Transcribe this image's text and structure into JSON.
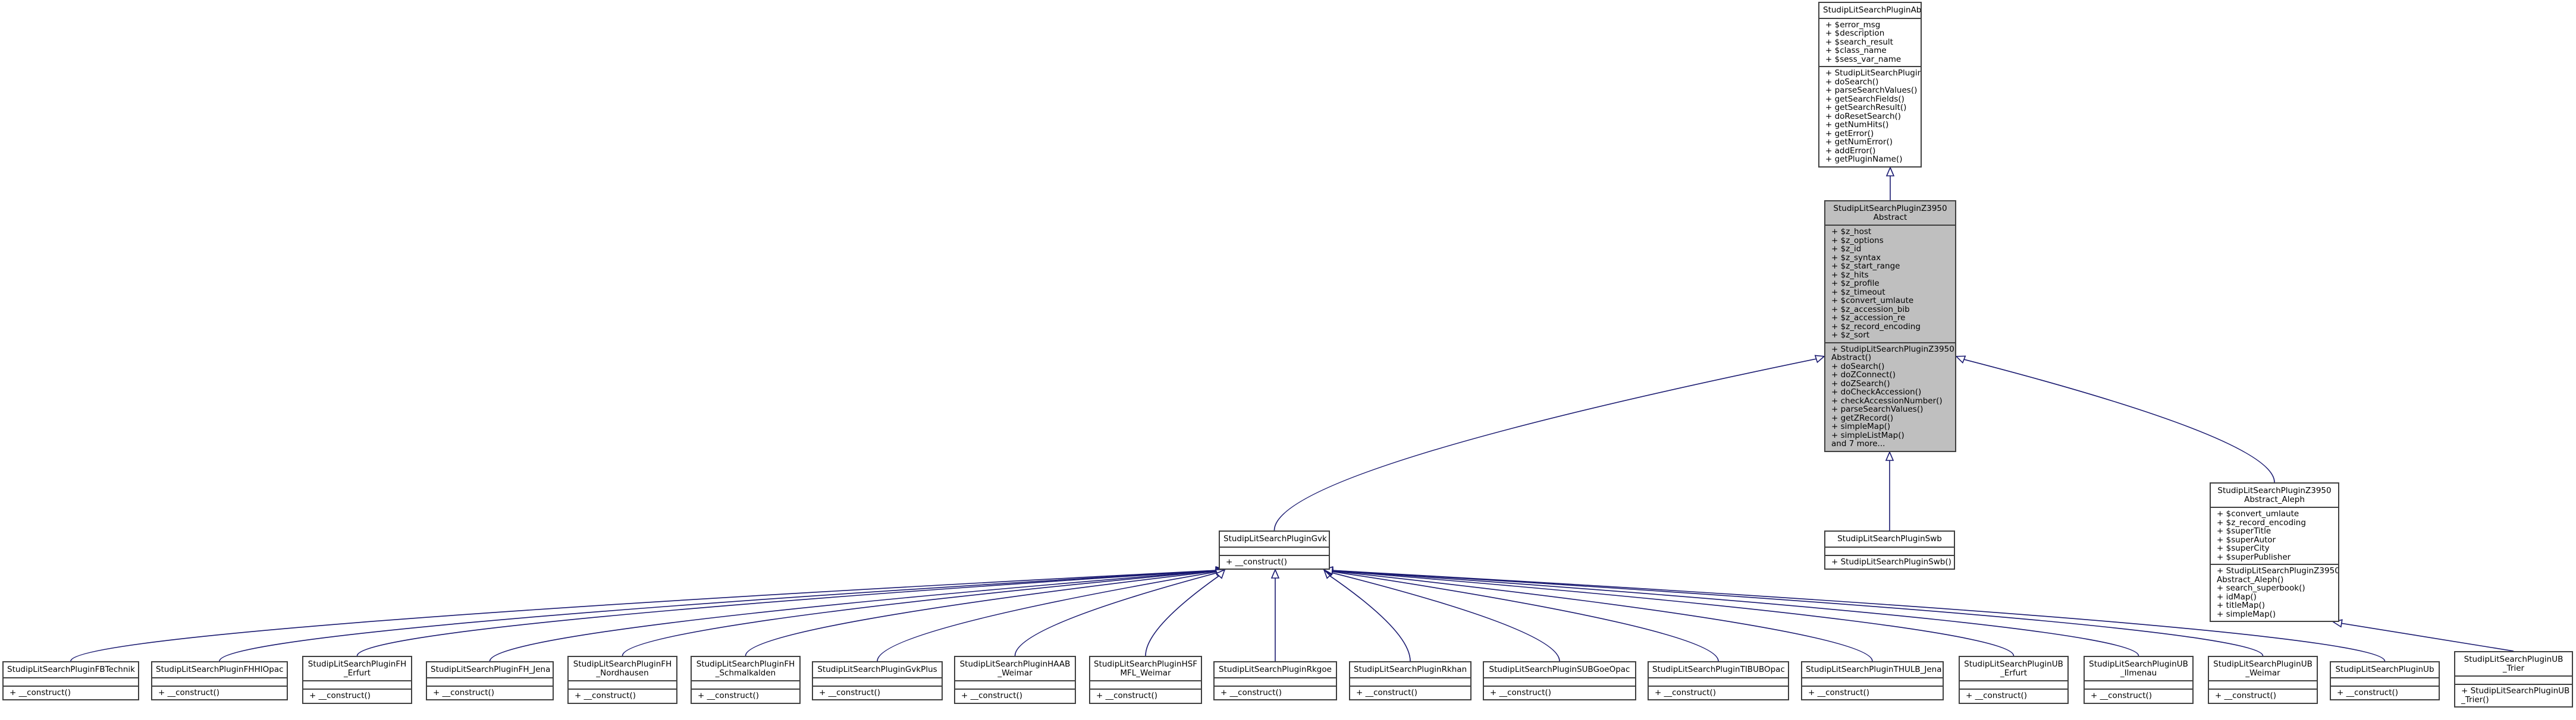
{
  "diagram": {
    "nodes": [
      {
        "id": "abstract",
        "title": [
          "StudipLitSearchPluginAbstract"
        ],
        "attributes": [
          "+ $error_msg",
          "+ $description",
          "+ $search_result",
          "+ $class_name",
          "+ $sess_var_name"
        ],
        "methods": [
          "+ StudipLitSearchPluginAbstract()",
          "+ doSearch()",
          "+ parseSearchValues()",
          "+ getSearchFields()",
          "+ getSearchResult()",
          "+ doResetSearch()",
          "+ getNumHits()",
          "+ getError()",
          "+ getNumError()",
          "+ addError()",
          "+ getPluginName()"
        ]
      },
      {
        "id": "z3950abstract",
        "title": [
          "StudipLitSearchPluginZ3950",
          "Abstract"
        ],
        "focus": true,
        "attributes": [
          "+ $z_host",
          "+ $z_options",
          "+ $z_id",
          "+ $z_syntax",
          "+ $z_start_range",
          "+ $z_hits",
          "+ $z_profile",
          "+ $z_timeout",
          "+ $convert_umlaute",
          "+ $z_accession_bib",
          "+ $z_accession_re",
          "+ $z_record_encoding",
          "+ $z_sort"
        ],
        "methods": [
          "+ StudipLitSearchPluginZ3950",
          "Abstract()",
          "+ doSearch()",
          "+ doZConnect()",
          "+ doZSearch()",
          "+ doCheckAccession()",
          "+ checkAccessionNumber()",
          "+ parseSearchValues()",
          "+ getZRecord()",
          "+ simpleMap()",
          "+ simpleListMap()",
          "and 7 more..."
        ]
      },
      {
        "id": "gvk",
        "title": [
          "StudipLitSearchPluginGvk"
        ],
        "attributes": [],
        "methods": [
          "+ __construct()"
        ]
      },
      {
        "id": "swb",
        "title": [
          "StudipLitSearchPluginSwb"
        ],
        "attributes": [],
        "methods": [
          "+ StudipLitSearchPluginSwb()"
        ]
      },
      {
        "id": "aleph",
        "title": [
          "StudipLitSearchPluginZ3950",
          "Abstract_Aleph"
        ],
        "attributes": [
          "+ $convert_umlaute",
          "+ $z_record_encoding",
          "+ $superTitle",
          "+ $superAutor",
          "+ $superCity",
          "+ $superPublisher"
        ],
        "methods": [
          "+ StudipLitSearchPluginZ3950",
          "Abstract_Aleph()",
          "+ search_superbook()",
          "+ idMap()",
          "+ titleMap()",
          "+ simpleMap()"
        ]
      },
      {
        "id": "fbtechnik",
        "title": [
          "StudipLitSearchPluginFBTechnik"
        ],
        "attributes": [],
        "methods": [
          "+ __construct()"
        ]
      },
      {
        "id": "fhhiopac",
        "title": [
          "StudipLitSearchPluginFHHIOpac"
        ],
        "attributes": [],
        "methods": [
          "+ __construct()"
        ]
      },
      {
        "id": "fherfurt",
        "title": [
          "StudipLitSearchPluginFH",
          "_Erfurt"
        ],
        "attributes": [],
        "methods": [
          "+ __construct()"
        ]
      },
      {
        "id": "fhjena",
        "title": [
          "StudipLitSearchPluginFH_Jena"
        ],
        "attributes": [],
        "methods": [
          "+ __construct()"
        ]
      },
      {
        "id": "fhnordhausen",
        "title": [
          "StudipLitSearchPluginFH",
          "_Nordhausen"
        ],
        "attributes": [],
        "methods": [
          "+ __construct()"
        ]
      },
      {
        "id": "fhschmalkalden",
        "title": [
          "StudipLitSearchPluginFH",
          "_Schmalkalden"
        ],
        "attributes": [],
        "methods": [
          "+ __construct()"
        ]
      },
      {
        "id": "gvkplus",
        "title": [
          "StudipLitSearchPluginGvkPlus"
        ],
        "attributes": [],
        "methods": [
          "+ __construct()"
        ]
      },
      {
        "id": "haab",
        "title": [
          "StudipLitSearchPluginHAAB",
          "_Weimar"
        ],
        "attributes": [],
        "methods": [
          "+ __construct()"
        ]
      },
      {
        "id": "hsfmfl",
        "title": [
          "StudipLitSearchPluginHSF",
          "MFL_Weimar"
        ],
        "attributes": [],
        "methods": [
          "+ __construct()"
        ]
      },
      {
        "id": "rkgoe",
        "title": [
          "StudipLitSearchPluginRkgoe"
        ],
        "attributes": [],
        "methods": [
          "+ __construct()"
        ]
      },
      {
        "id": "rkhan",
        "title": [
          "StudipLitSearchPluginRkhan"
        ],
        "attributes": [],
        "methods": [
          "+ __construct()"
        ]
      },
      {
        "id": "subgoe",
        "title": [
          "StudipLitSearchPluginSUBGoeOpac"
        ],
        "attributes": [],
        "methods": [
          "+ __construct()"
        ]
      },
      {
        "id": "tibub",
        "title": [
          "StudipLitSearchPluginTIBUBOpac"
        ],
        "attributes": [],
        "methods": [
          "+ __construct()"
        ]
      },
      {
        "id": "thulb",
        "title": [
          "StudipLitSearchPluginTHULB_Jena"
        ],
        "attributes": [],
        "methods": [
          "+ __construct()"
        ]
      },
      {
        "id": "uberfurt",
        "title": [
          "StudipLitSearchPluginUB",
          "_Erfurt"
        ],
        "attributes": [],
        "methods": [
          "+ __construct()"
        ]
      },
      {
        "id": "ubilmenau",
        "title": [
          "StudipLitSearchPluginUB",
          "_Ilmenau"
        ],
        "attributes": [],
        "methods": [
          "+ __construct()"
        ]
      },
      {
        "id": "ubweimar",
        "title": [
          "StudipLitSearchPluginUB",
          "_Weimar"
        ],
        "attributes": [],
        "methods": [
          "+ __construct()"
        ]
      },
      {
        "id": "ub",
        "title": [
          "StudipLitSearchPluginUb"
        ],
        "attributes": [],
        "methods": [
          "+ __construct()"
        ]
      },
      {
        "id": "ubtrier",
        "title": [
          "StudipLitSearchPluginUB",
          "_Trier"
        ],
        "attributes": [],
        "methods": [
          "+ StudipLitSearchPluginUB",
          "_Trier()"
        ]
      }
    ],
    "edges": [
      {
        "from": "z3950abstract",
        "to": "abstract"
      },
      {
        "from": "gvk",
        "to": "z3950abstract"
      },
      {
        "from": "swb",
        "to": "z3950abstract"
      },
      {
        "from": "aleph",
        "to": "z3950abstract"
      },
      {
        "from": "fbtechnik",
        "to": "gvk"
      },
      {
        "from": "fhhiopac",
        "to": "gvk"
      },
      {
        "from": "fherfurt",
        "to": "gvk"
      },
      {
        "from": "fhjena",
        "to": "gvk"
      },
      {
        "from": "fhnordhausen",
        "to": "gvk"
      },
      {
        "from": "fhschmalkalden",
        "to": "gvk"
      },
      {
        "from": "gvkplus",
        "to": "gvk"
      },
      {
        "from": "haab",
        "to": "gvk"
      },
      {
        "from": "hsfmfl",
        "to": "gvk"
      },
      {
        "from": "rkgoe",
        "to": "gvk"
      },
      {
        "from": "rkhan",
        "to": "gvk"
      },
      {
        "from": "subgoe",
        "to": "gvk"
      },
      {
        "from": "tibub",
        "to": "gvk"
      },
      {
        "from": "thulb",
        "to": "gvk"
      },
      {
        "from": "uberfurt",
        "to": "gvk"
      },
      {
        "from": "ubilmenau",
        "to": "gvk"
      },
      {
        "from": "ubweimar",
        "to": "gvk"
      },
      {
        "from": "ub",
        "to": "gvk"
      },
      {
        "from": "ubtrier",
        "to": "aleph"
      }
    ],
    "colors": {
      "edge": "#191970",
      "border": "#404040",
      "focus_fill": "#bfbfbf",
      "node_fill": "#ffffff"
    }
  }
}
